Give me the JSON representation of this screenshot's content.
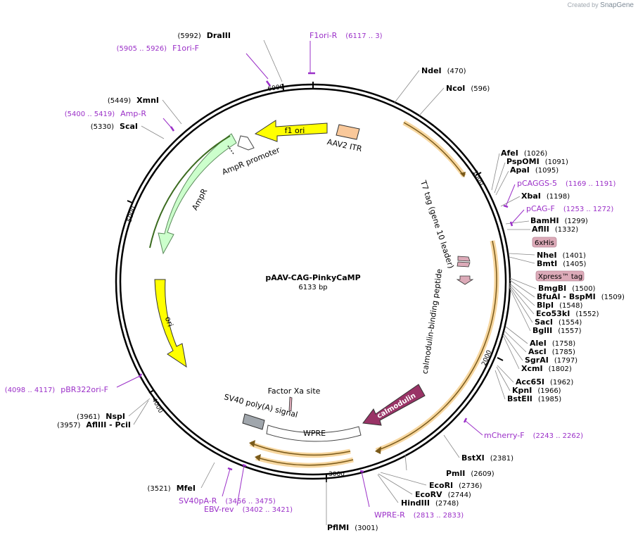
{
  "credit": {
    "prefix": "Created by",
    "brand": "SnapGene"
  },
  "plasmid": {
    "name": "pAAV-CAG-PinkyCaMP",
    "size": "6133 bp",
    "length": 6133
  },
  "ticks": [
    "1000",
    "2000",
    "3000",
    "4000",
    "5000",
    "6000"
  ],
  "sites": [
    {
      "name": "DraIII",
      "pos": "(5992)"
    },
    {
      "name": "NdeI",
      "pos": "(470)"
    },
    {
      "name": "NcoI",
      "pos": "(596)"
    },
    {
      "name": "AfeI",
      "pos": "(1026)"
    },
    {
      "name": "PspOMI",
      "pos": "(1091)"
    },
    {
      "name": "ApaI",
      "pos": "(1095)"
    },
    {
      "name": "XbaI",
      "pos": "(1198)"
    },
    {
      "name": "BamHI",
      "pos": "(1299)"
    },
    {
      "name": "AflII",
      "pos": "(1332)"
    },
    {
      "name": "NheI",
      "pos": "(1401)"
    },
    {
      "name": "BmtI",
      "pos": "(1405)"
    },
    {
      "name": "BmgBI",
      "pos": "(1500)"
    },
    {
      "name": "BfuAI - BspMI",
      "pos": "(1509)"
    },
    {
      "name": "BlpI",
      "pos": "(1548)"
    },
    {
      "name": "Eco53kI",
      "pos": "(1552)"
    },
    {
      "name": "SacI",
      "pos": "(1554)"
    },
    {
      "name": "BglII",
      "pos": "(1557)"
    },
    {
      "name": "AleI",
      "pos": "(1758)"
    },
    {
      "name": "AscI",
      "pos": "(1785)"
    },
    {
      "name": "SgrAI",
      "pos": "(1797)"
    },
    {
      "name": "XcmI",
      "pos": "(1802)"
    },
    {
      "name": "Acc65I",
      "pos": "(1962)"
    },
    {
      "name": "KpnI",
      "pos": "(1966)"
    },
    {
      "name": "BstEII",
      "pos": "(1985)"
    },
    {
      "name": "BstXI",
      "pos": "(2381)"
    },
    {
      "name": "PmlI",
      "pos": "(2609)"
    },
    {
      "name": "EcoRI",
      "pos": "(2736)"
    },
    {
      "name": "EcoRV",
      "pos": "(2744)"
    },
    {
      "name": "HindIII",
      "pos": "(2748)"
    },
    {
      "name": "PflMI",
      "pos": "(3001)"
    },
    {
      "name": "MfeI",
      "pos": "(3521)"
    },
    {
      "name": "NspI",
      "pos": "(3961)"
    },
    {
      "name": "AflIII - PciI",
      "pos": "(3957)"
    },
    {
      "name": "ScaI",
      "pos": "(5330)"
    },
    {
      "name": "XmnI",
      "pos": "(5449)"
    }
  ],
  "primers": [
    {
      "name": "F1ori-R",
      "range": "(6117 .. 3)"
    },
    {
      "name": "F1ori-F",
      "range": "(5905 .. 5926)"
    },
    {
      "name": "Amp-R",
      "range": "(5400 .. 5419)"
    },
    {
      "name": "pCAGGS-5",
      "range": "(1169 .. 1191)"
    },
    {
      "name": "pCAG-F",
      "range": "(1253 .. 1272)"
    },
    {
      "name": "mCherry-F",
      "range": "(2243 .. 2262)"
    },
    {
      "name": "WPRE-R",
      "range": "(2813 .. 2833)"
    },
    {
      "name": "SV40pA-R",
      "range": "(3456 .. 3475)"
    },
    {
      "name": "EBV-rev",
      "range": "(3402 .. 3421)"
    },
    {
      "name": "pBR322ori-F",
      "range": "(4098 .. 4117)"
    }
  ],
  "features": {
    "f1_ori": "f1 ori",
    "aav2_itr": "AAV2 ITR",
    "ampr_promoter": "AmpR promoter",
    "ampr": "AmpR",
    "ori": "ori",
    "t7_tag": "T7 tag (gene 10 leader)",
    "cbp": "calmodulin-binding peptide",
    "calmodulin": "calmodulin",
    "factor_xa": "Factor Xa site",
    "sv40_polya": "SV40 poly(A) signal",
    "wpre": "WPRE",
    "his_tag": "6xHis",
    "xpress_tag": "Xpress™ tag"
  },
  "colors": {
    "primer": "#9b30c8",
    "f1_ori": "#ffff00",
    "ori": "#ffff00",
    "ampr": "#ccffcc",
    "itr": "#f9c89a",
    "calmodulin": "#993366",
    "tag": "#dcaab8",
    "cds_glow": "#f7d7a0",
    "cds_line": "#7a5a1a"
  }
}
